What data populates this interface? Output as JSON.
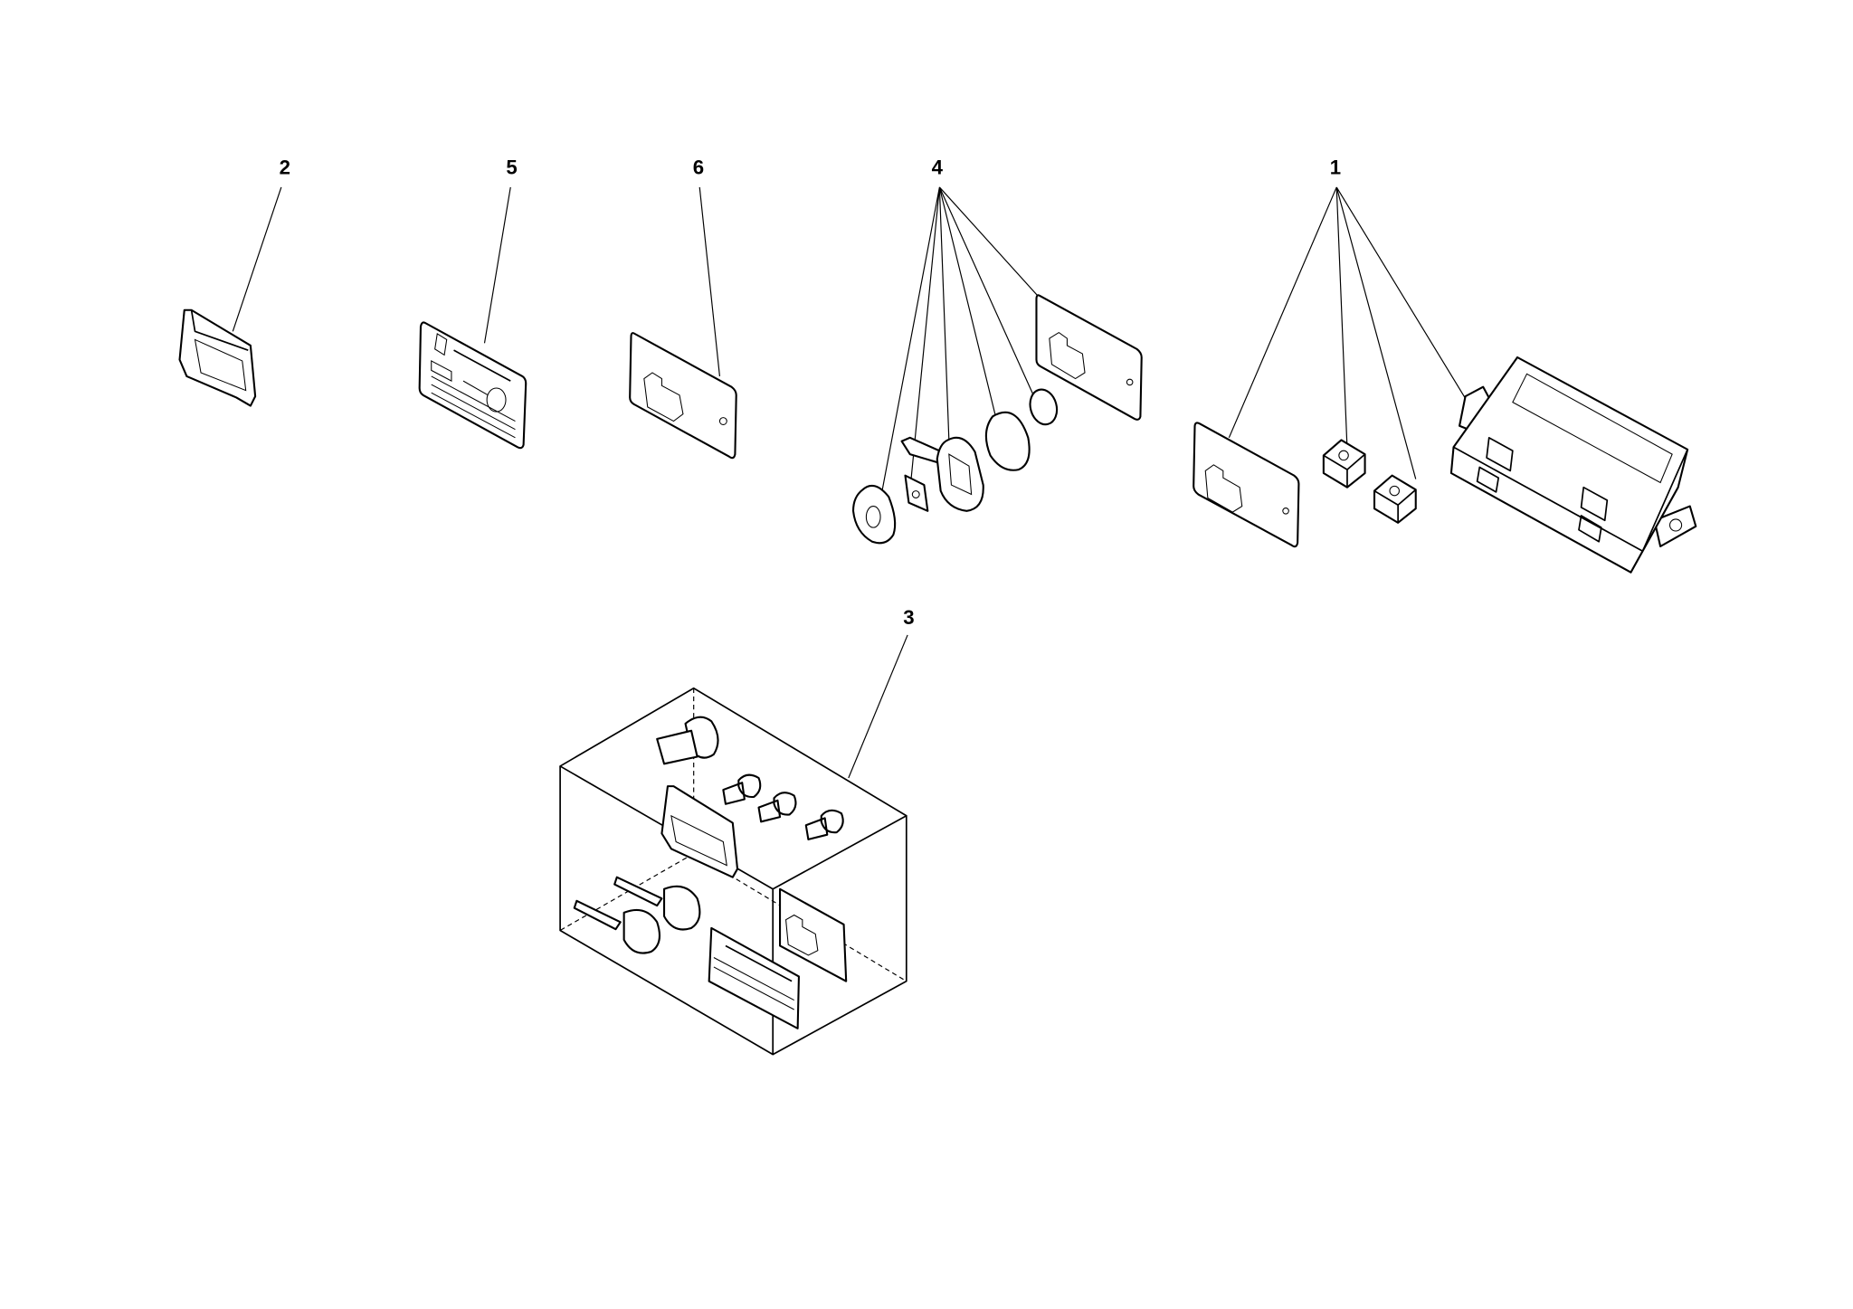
{
  "diagram": {
    "callouts": [
      {
        "number": "2",
        "part": "pouch"
      },
      {
        "number": "5",
        "part": "key-code-card"
      },
      {
        "number": "6",
        "part": "code-plate"
      },
      {
        "number": "4",
        "part": "key-and-fob-set"
      },
      {
        "number": "1",
        "part": "immobilizer-control-unit-set"
      },
      {
        "number": "3",
        "part": "lock-set-box"
      }
    ],
    "line_color": "#000000",
    "background": "#ffffff"
  }
}
